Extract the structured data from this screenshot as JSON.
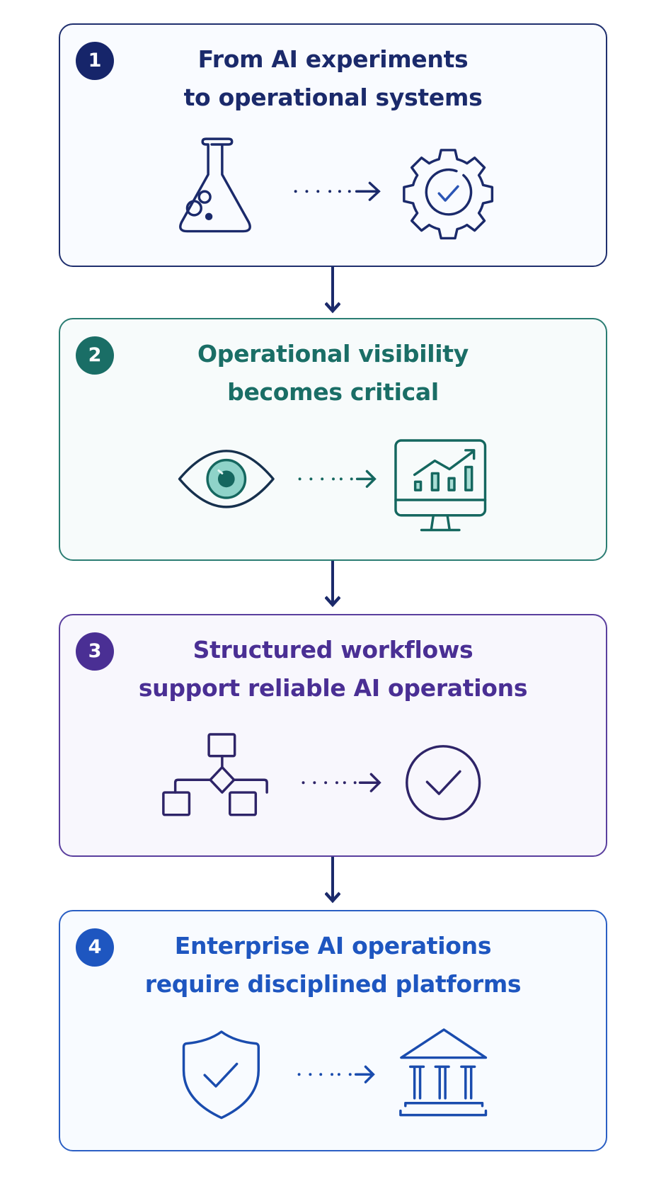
{
  "colors": {
    "step1": "#1b2a6b",
    "step2": "#1a6e66",
    "step3": "#4a2f94",
    "step4": "#1e56c0",
    "connector": "#1b2a6b",
    "eye_iris": "#8fd3c9",
    "eye_pupil": "#15675f",
    "chart_bar_fill": "#a9ddd5"
  },
  "steps": [
    {
      "number": "1",
      "title_line1": "From AI experiments",
      "title_line2": "to operational systems",
      "icon_from": "flask-icon",
      "icon_to": "gear-check-icon"
    },
    {
      "number": "2",
      "title_line1": "Operational visibility",
      "title_line2": "becomes critical",
      "icon_from": "eye-icon",
      "icon_to": "monitor-chart-icon"
    },
    {
      "number": "3",
      "title_line1": "Structured workflows",
      "title_line2": "support reliable AI operations",
      "icon_from": "workflow-icon",
      "icon_to": "check-circle-icon"
    },
    {
      "number": "4",
      "title_line1": "Enterprise AI operations",
      "title_line2": "require disciplined platforms",
      "icon_from": "shield-check-icon",
      "icon_to": "institution-icon"
    }
  ]
}
